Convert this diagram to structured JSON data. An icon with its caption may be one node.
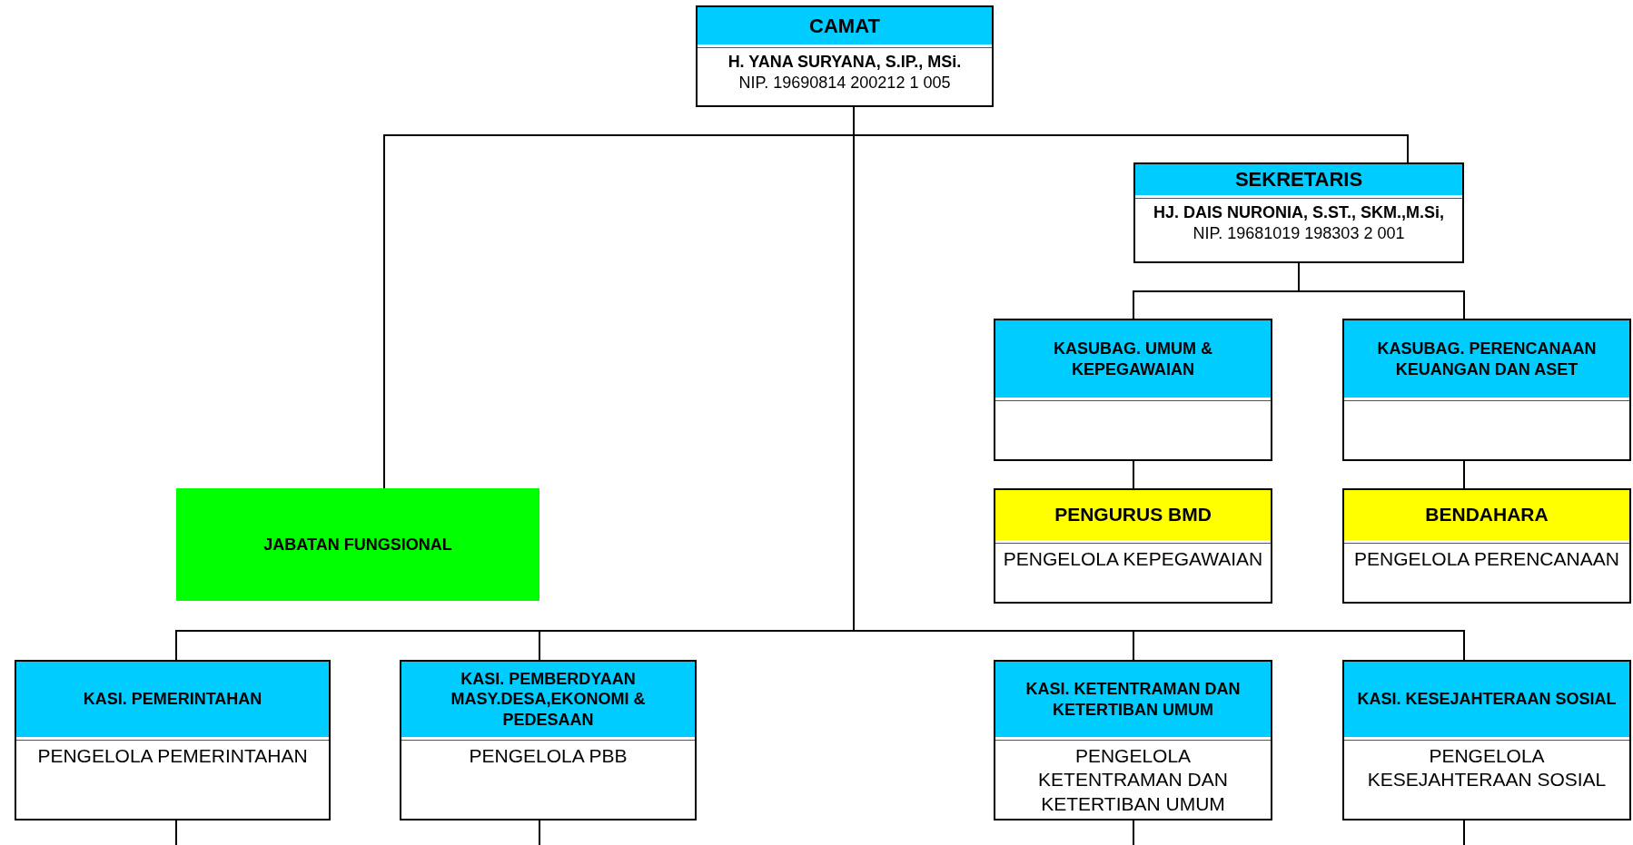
{
  "diagram": {
    "nodes": [
      {
        "text": [
          "CAMAT",
          "H. YANA SURYANA, S.IP., MSi.",
          "NIP. 19690814 200212 1 005"
        ]
      },
      {
        "text": [
          "SEKRETARIS",
          "HJ. DAIS NURONIA, S.ST., SKM.,M.Si,",
          "NIP. 19681019 198303 2 001"
        ]
      },
      {
        "text": [
          "KASUBAG. UMUM & KEPEGAWAIAN"
        ]
      },
      {
        "text": [
          "KASUBAG. PERENCANAAN KEUANGAN DAN ASET"
        ]
      },
      {
        "text": [
          "JABATAN FUNGSIONAL"
        ]
      },
      {
        "text": [
          "PENGURUS BMD",
          "PENGELOLA KEPEGAWAIAN"
        ]
      },
      {
        "text": [
          "BENDAHARA",
          "PENGELOLA PERENCANAAN"
        ]
      },
      {
        "text": [
          "KASI. PEMERINTAHAN",
          "PENGELOLA PEMERINTAHAN"
        ]
      },
      {
        "text": [
          "KASI. PEMBERDYAAN MASY.DESA,EKONOMI & PEDESAAN",
          "PENGELOLA PBB"
        ]
      },
      {
        "text": [
          "KASI. KETENTRAMAN DAN KETERTIBAN UMUM",
          "PENGELOLA KETENTRAMAN DAN KETERTIBAN UMUM"
        ]
      },
      {
        "text": [
          "KASI. KESEJAHTERAAN SOSIAL",
          "PENGELOLA KESEJAHTERAAN SOSIAL"
        ]
      }
    ],
    "edges": [
      {
        "from": 0,
        "to": 1,
        "arrow": "none"
      },
      {
        "from": 0,
        "to": 4,
        "arrow": "none"
      },
      {
        "from": 1,
        "to": 2,
        "arrow": "none"
      },
      {
        "from": 1,
        "to": 3,
        "arrow": "none"
      },
      {
        "from": 2,
        "to": 5,
        "arrow": "none"
      },
      {
        "from": 3,
        "to": 6,
        "arrow": "none"
      },
      {
        "from": 0,
        "to": 7,
        "arrow": "none"
      },
      {
        "from": 0,
        "to": 8,
        "arrow": "none"
      },
      {
        "from": 0,
        "to": 9,
        "arrow": "none"
      },
      {
        "from": 0,
        "to": 10,
        "arrow": "none"
      },
      {
        "from": 7,
        "to": null,
        "arrow": "none"
      },
      {
        "from": 8,
        "to": null,
        "arrow": "none"
      },
      {
        "from": 9,
        "to": null,
        "arrow": "none"
      },
      {
        "from": 10,
        "to": null,
        "arrow": "none"
      }
    ]
  }
}
